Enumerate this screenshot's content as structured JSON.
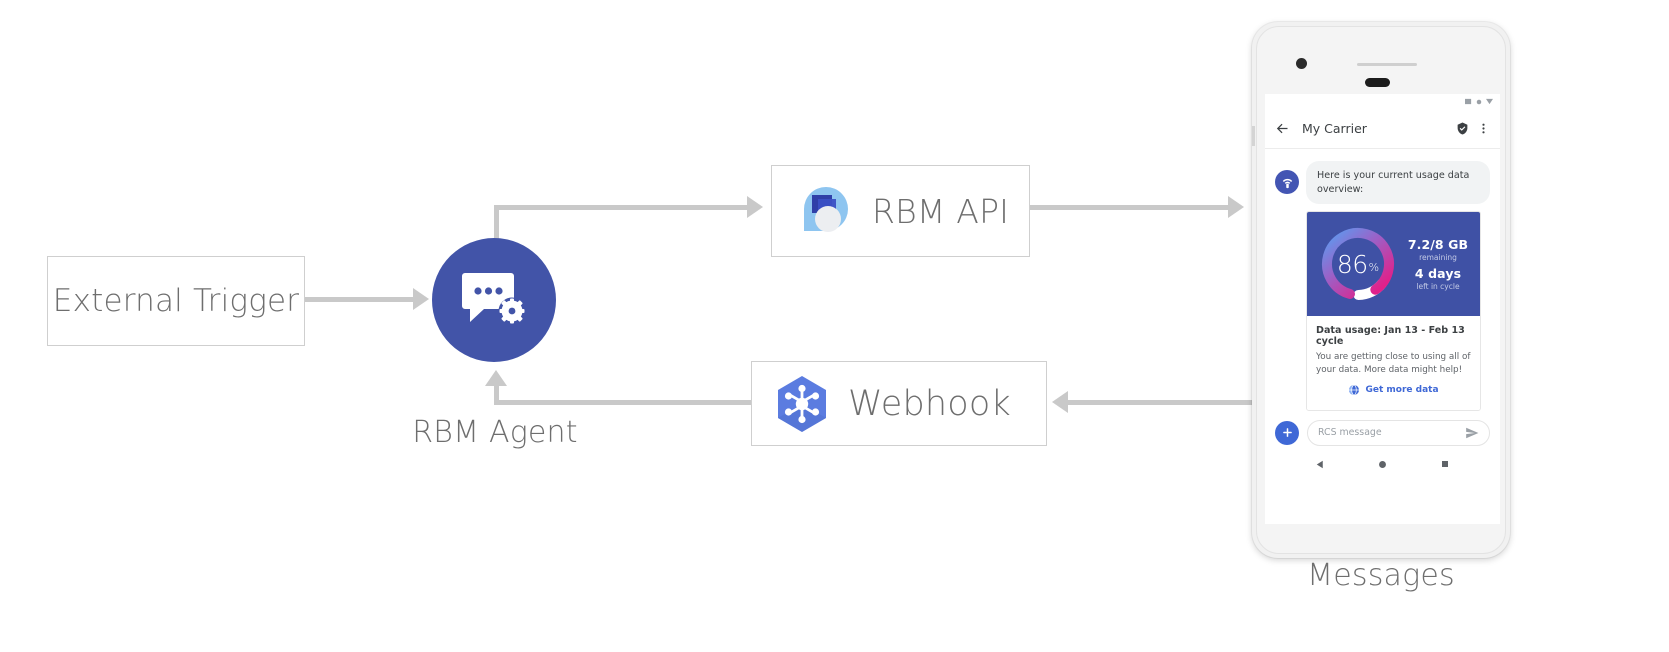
{
  "diagram": {
    "nodes": {
      "external_trigger": {
        "label": "External Trigger"
      },
      "rbm_agent": {
        "label": "RBM Agent",
        "icon": "chat-gear-icon",
        "color": "#4254a8"
      },
      "rbm_api": {
        "label": "RBM API",
        "icon": "rbm-droplet-logo"
      },
      "webhook": {
        "label": "Webhook",
        "icon": "hexagon-nodes-icon",
        "color": "#5b7ce0"
      }
    },
    "arrow_color": "#c9c9c9",
    "device_label": "Messages"
  },
  "phone": {
    "status_bar": {
      "icons": [
        "signal-icon",
        "wifi-icon",
        "battery-icon"
      ]
    },
    "app_bar": {
      "back_icon": "back-arrow-icon",
      "title": "My Carrier",
      "verified_icon": "verified-shield-icon",
      "overflow_icon": "more-vert-icon"
    },
    "conversation": {
      "avatar_icon": "carrier-antenna-icon",
      "message": "Here is your current usage data overview:",
      "card": {
        "gauge": {
          "percent": "86",
          "percent_symbol": "%",
          "value": 86,
          "track_color": "#ffffff",
          "gradient_from": "#5b9cf0",
          "gradient_to": "#e0218a"
        },
        "stats": [
          {
            "main": "7.2/8 GB",
            "sub": "remaining"
          },
          {
            "main": "4 days",
            "sub": "left in cycle"
          }
        ],
        "title": "Data usage: Jan 13 - Feb 13 cycle",
        "description": "You are getting close to using all of your data. More data might help!",
        "action": {
          "icon": "globe-icon",
          "label": "Get more data",
          "color": "#3f68d6"
        },
        "media_bg": "#3f51a5"
      }
    },
    "composer": {
      "plus_icon": "plus-icon",
      "placeholder": "RCS message",
      "send_icon": "send-icon"
    },
    "nav_bar": {
      "back_icon": "nav-back-triangle-icon",
      "home_icon": "nav-home-circle-icon",
      "recents_icon": "nav-recents-square-icon"
    }
  }
}
